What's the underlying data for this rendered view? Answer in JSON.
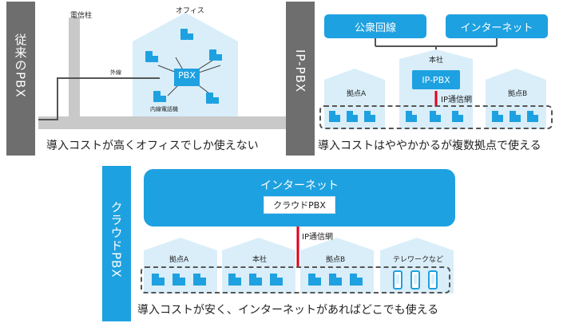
{
  "panel1": {
    "side_label": "従来のPBX",
    "building_label": "電信柱",
    "office_label": "オフィス",
    "line_label": "外線",
    "pbx": "PBX",
    "ext_label": "内線電話機",
    "caption": "導入コストが高くオフィスでしか使えない"
  },
  "panel2": {
    "side_label": "IP-PBX",
    "box_public": "公衆回線",
    "box_internet": "インターネット",
    "hq": "本社",
    "pbx": "IP-PBX",
    "branch_a": "拠点A",
    "branch_b": "拠点B",
    "network": "IP通信網",
    "caption": "導入コストはややかかるが複数拠点で使える"
  },
  "panel3": {
    "side_label": "クラウドPBX",
    "internet": "インターネット",
    "pbx": "クラウドPBX",
    "network": "IP通信網",
    "branch_a": "拠点A",
    "hq": "本社",
    "branch_b": "拠点B",
    "telework": "テレワークなど",
    "caption": "導入コストが安く、インターネットがあればどこでも使える"
  },
  "colors": {
    "blue": "#1ea1e0",
    "light": "#d9eef9",
    "gray": "#6e6e6e",
    "red": "#e2001a"
  }
}
